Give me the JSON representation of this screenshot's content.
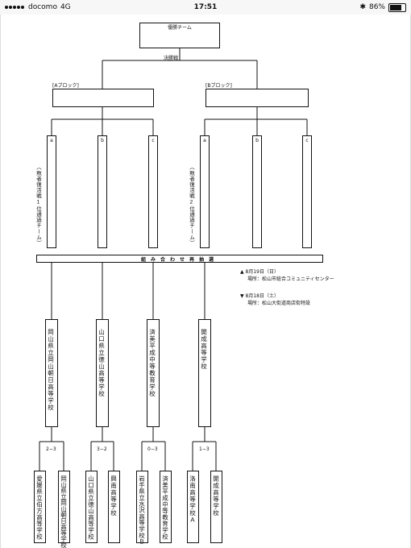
{
  "status_bar": {
    "carrier": "docomo",
    "network": "4G",
    "time": "17:51",
    "battery": "86%",
    "battery_level": 0.86
  },
  "bracket": {
    "champion_label": "優勝チーム",
    "final_label": "決勝戦",
    "block_a_label": "[Aブロック]",
    "block_b_label": "[Bブロック]",
    "slots": [
      "a",
      "b",
      "c",
      "a",
      "b",
      "c"
    ],
    "repechage_1": "（敗者復活戦1位通過チーム）",
    "repechage_2": "（敗者復活戦2位通過チーム）",
    "redraw_label": "組み合わせ再抽選",
    "notes": {
      "line1": "▲ 8月19日（日）",
      "line2": "場所：松山市総合コミュニティセンター",
      "line3": "▼ 8月18日（土）",
      "line4": "場所：松山大街道商店街特設"
    },
    "winners": [
      "岡山県立岡山朝日高等学校",
      "山口県立徳山高等学校",
      "済美平成中等教育学校",
      "開成高等学校"
    ],
    "scores": [
      "2−3",
      "3−2",
      "0−3",
      "1−3"
    ],
    "first_round": [
      "愛媛県立伯方高等学校",
      "岡山県立岡山朝日高等学校",
      "山口県立徳山高等学校",
      "興南高等学校",
      "岩手県立水沢高等学校Ｂ",
      "済美平成中等教育学校",
      "洛南高等学校Ａ",
      "開成高等学校"
    ]
  }
}
